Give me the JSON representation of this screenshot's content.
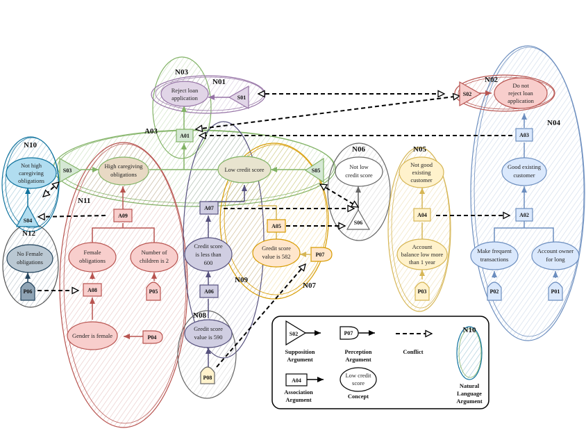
{
  "colors": {
    "green": "#82b366",
    "greenFill": "#d5e8d4",
    "purple": "#9673a6",
    "purpleFill": "#e1d5e7",
    "red": "#b85450",
    "redFill": "#f8cecc",
    "blue": "#6c8ebf",
    "blueFill": "#dae8fc",
    "yellow": "#d6b656",
    "yellowFill": "#fff2cc",
    "teal": "#10739e",
    "tealFill": "#b1ddf0",
    "gray": "#666666",
    "grayFill": "#f5f5f5",
    "slate": "#56517e",
    "slateFill": "#d0cee2",
    "steel": "#23445d",
    "steelFill": "#bac8d3",
    "orange": "#d79b00",
    "orangeFill": "#ffe6cc"
  },
  "regions": {
    "N01": "N01",
    "N02": "N02",
    "N03": "N03",
    "N04": "N04",
    "N05": "N05",
    "N06": "N06",
    "N07": "N07",
    "N08": "N08",
    "N09": "N09",
    "N10": "N10",
    "N11": "N11",
    "N12": "N12",
    "A03": "A03"
  },
  "concepts": {
    "reject_loan": [
      "Reject loan",
      "application"
    ],
    "do_not_reject": [
      "Do not",
      "reject loan",
      "application"
    ],
    "not_high_caregiving": [
      "Not high",
      "caregiving",
      "obligations"
    ],
    "high_caregiving": [
      "High caregiving",
      "obligations"
    ],
    "low_credit_score": [
      "Low credit score"
    ],
    "not_low_credit": [
      "Not low",
      "credit score"
    ],
    "not_good_existing": [
      "Not good",
      "existing",
      "customer"
    ],
    "good_existing": [
      "Good existing",
      "customer"
    ],
    "no_female": [
      "No Female",
      "obligations"
    ],
    "female_obligations": [
      "Female",
      "obligations"
    ],
    "children_2": [
      "Number of",
      "children is 2"
    ],
    "credit_less_600": [
      "Credit score",
      "is less than",
      "600"
    ],
    "credit_582": [
      "Gredit score",
      "value is 582"
    ],
    "account_balance": [
      "Account",
      "balance low more",
      "than 1 year"
    ],
    "frequent_trans": [
      "Make frequent",
      "transactions"
    ],
    "account_owner": [
      "Account owner",
      "for long"
    ],
    "gender_female": [
      "Gender is female"
    ],
    "credit_590": [
      "Gredit score",
      "value is 590"
    ]
  },
  "arguments": {
    "A01": "A01",
    "A02": "A02",
    "A03": "A03",
    "A04": "A04",
    "A05": "A05",
    "A06": "A06",
    "A07": "A07",
    "A08": "A08",
    "A09": "A09",
    "S01": "S01",
    "S02": "S02",
    "S03": "S03",
    "S04": "S04",
    "S05": "S05",
    "S06": "S06",
    "P01": "P01",
    "P02": "P02",
    "P03": "P03",
    "P04": "P04",
    "P05": "P05",
    "P06": "P06",
    "P07": "P07",
    "P08": "P08"
  },
  "legend": {
    "supposition_symbol": "S02",
    "supposition_label": [
      "Supposition",
      "Argument"
    ],
    "perception_symbol": "P07",
    "perception_label": [
      "Perception",
      "Argument"
    ],
    "conflict_label": "Conflict",
    "association_symbol": "A04",
    "association_label": [
      "Association",
      "Argument"
    ],
    "concept_symbol": [
      "Low credit",
      "score"
    ],
    "concept_label": "Concept",
    "nl_symbol": "N10",
    "nl_label": [
      "Natural",
      "Language",
      "Argument"
    ]
  }
}
